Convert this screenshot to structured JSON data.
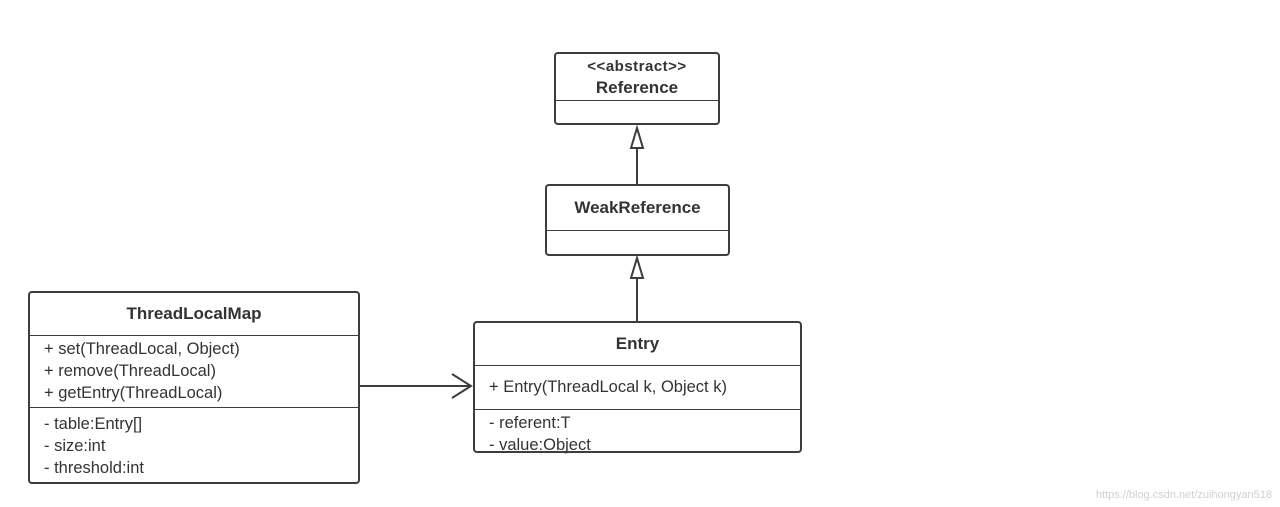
{
  "classes": {
    "reference": {
      "stereotype": "<<abstract>>",
      "name": "Reference"
    },
    "weak_reference": {
      "name": "WeakReference"
    },
    "entry": {
      "name": "Entry",
      "methods": [
        "+ Entry(ThreadLocal k, Object k)"
      ],
      "fields": [
        "- referent:T",
        "- value:Object"
      ]
    },
    "thread_local_map": {
      "name": "ThreadLocalMap",
      "methods": [
        "+ set(ThreadLocal, Object)",
        "+ remove(ThreadLocal)",
        "+ getEntry(ThreadLocal)"
      ],
      "fields": [
        "- table:Entry[]",
        "- size:int",
        "- threshold:int"
      ]
    }
  },
  "relationships": [
    {
      "type": "inheritance",
      "from": "WeakReference",
      "to": "Reference"
    },
    {
      "type": "inheritance",
      "from": "Entry",
      "to": "WeakReference"
    },
    {
      "type": "association",
      "from": "ThreadLocalMap",
      "to": "Entry"
    }
  ],
  "watermark": "https://blog.csdn.net/zuihongyan518",
  "colors": {
    "line": "#3d3d3d",
    "text": "#333333",
    "watermark": "#d0d0d0"
  }
}
